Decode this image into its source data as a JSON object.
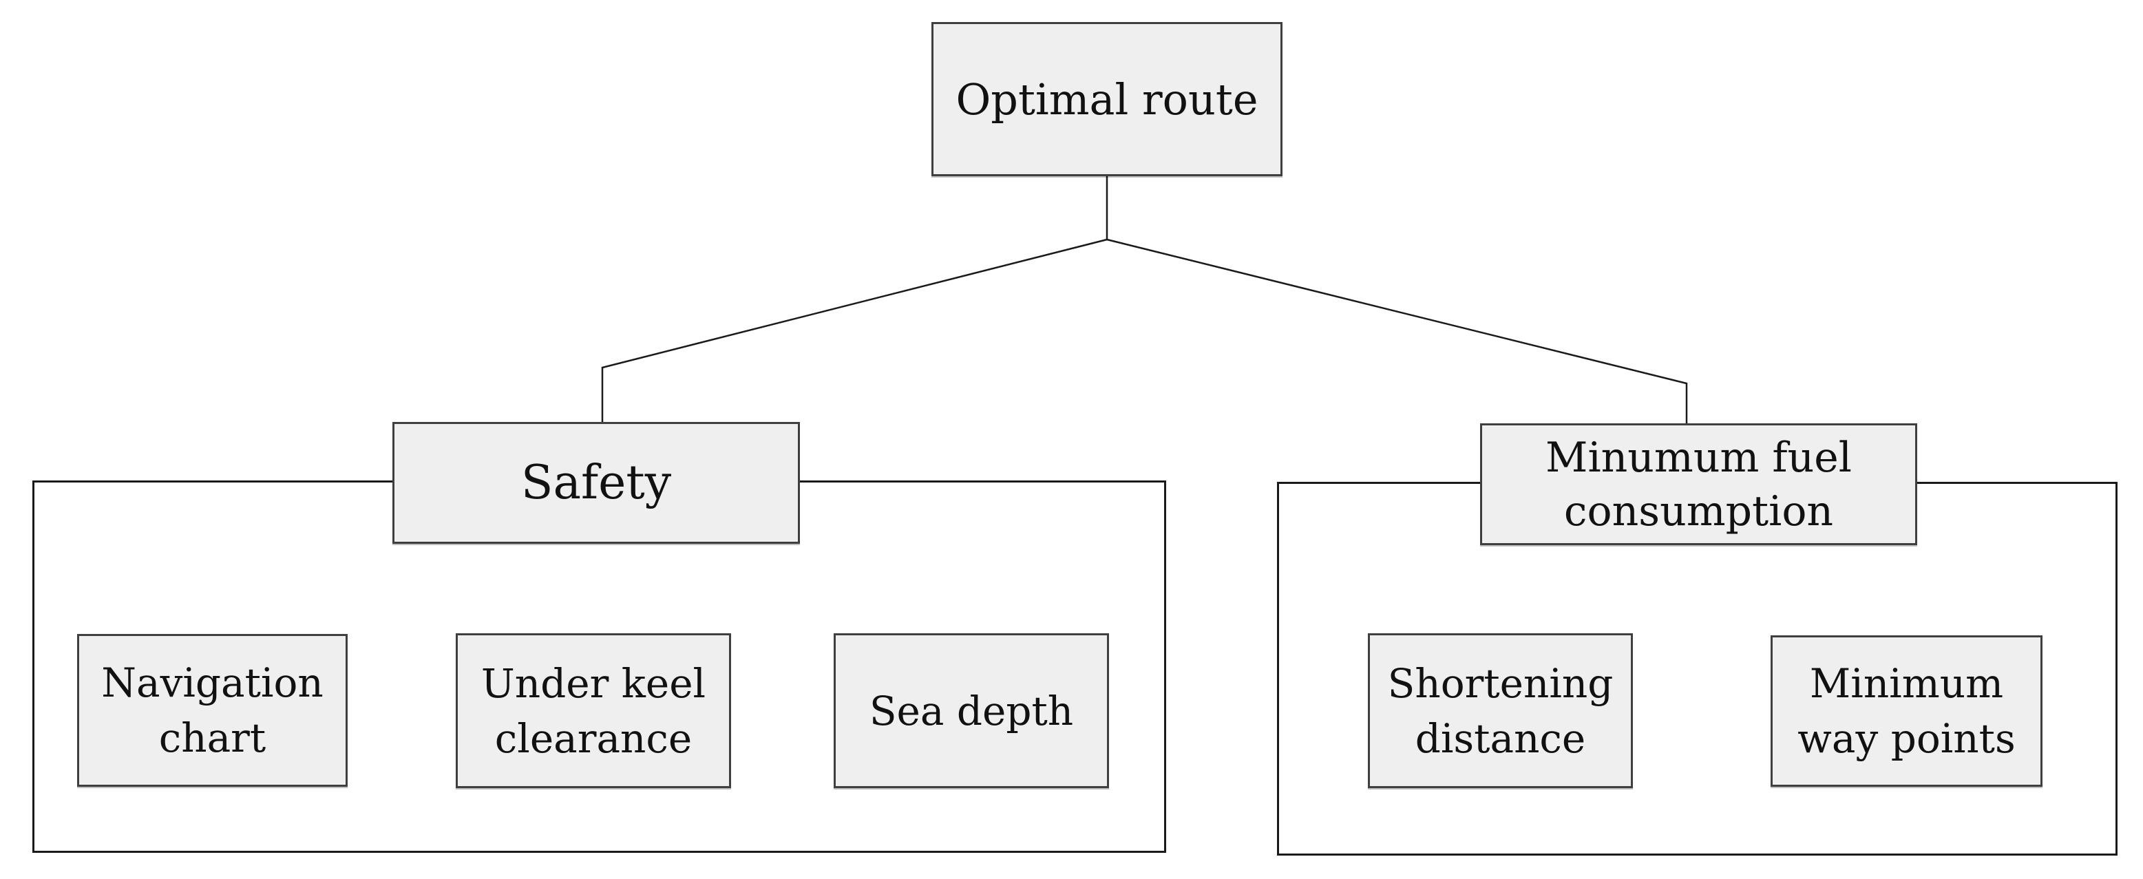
{
  "diagram": {
    "root": {
      "label": "Optimal route"
    },
    "branches": [
      {
        "id": "safety",
        "label": "Safety",
        "children": [
          {
            "label": [
              "Navigation",
              "chart"
            ]
          },
          {
            "label": [
              "Under keel",
              "clearance"
            ]
          },
          {
            "label": "Sea depth"
          }
        ]
      },
      {
        "id": "minimum-fuel-consumption",
        "label": [
          "Minumum fuel",
          "consumption"
        ],
        "children": [
          {
            "label": [
              "Shortening",
              "distance"
            ]
          },
          {
            "label": [
              "Minimum",
              "way points"
            ]
          }
        ]
      }
    ],
    "colors": {
      "background": "#ffffff",
      "box_fill": "#efefef",
      "box_border": "#3f3f3f",
      "line": "#1a1a1a"
    }
  }
}
